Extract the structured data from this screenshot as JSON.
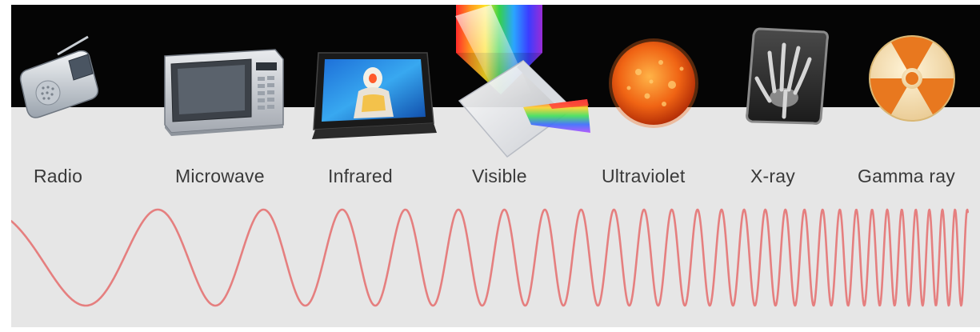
{
  "spectrum": {
    "bands": [
      {
        "label": "Radio",
        "icon": "radio-icon"
      },
      {
        "label": "Microwave",
        "icon": "microwave-oven-icon"
      },
      {
        "label": "Infrared",
        "icon": "thermal-monitor-icon"
      },
      {
        "label": "Visible",
        "icon": "prism-icon"
      },
      {
        "label": "Ultraviolet",
        "icon": "sun-icon"
      },
      {
        "label": "X-ray",
        "icon": "xray-hand-icon"
      },
      {
        "label": "Gamma ray",
        "icon": "radiation-icon"
      }
    ]
  },
  "colors": {
    "panel_background": "#e6e6e6",
    "top_band": "#050505",
    "wave": "#e57f7f",
    "label_text": "#3a3a3a"
  },
  "wave": {
    "description_units": "wavelength decreases from left to right (frequency increases)"
  }
}
